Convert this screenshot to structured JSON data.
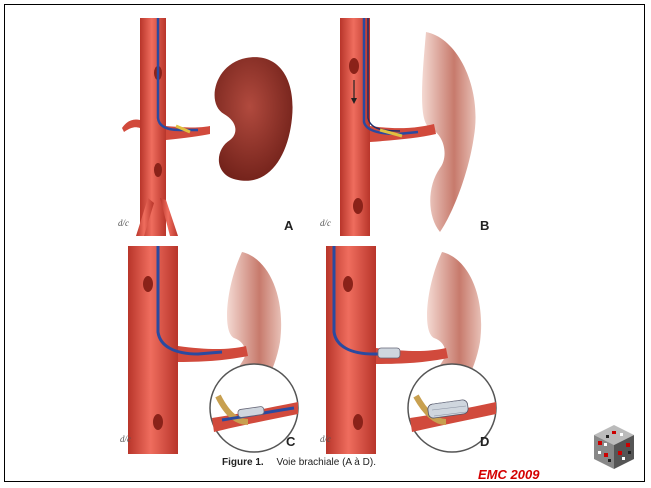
{
  "figure": {
    "panels": [
      {
        "letter": "A",
        "signature": "d/c"
      },
      {
        "letter": "B",
        "signature": "d/c"
      },
      {
        "letter": "C",
        "signature": "d/c"
      },
      {
        "letter": "D",
        "signature": "d/c"
      }
    ],
    "caption_label": "Figure 1.",
    "caption_text": "Voie brachiale (A à D)."
  },
  "watermark": "EMC 2009",
  "logo_icon": "emc-cube-icon",
  "colors": {
    "artery": "#e2584a",
    "artery_dark": "#b8352a",
    "kidney": "#8a2d22",
    "catheter": "#2a4aa0",
    "stent": "#cfd6de"
  }
}
